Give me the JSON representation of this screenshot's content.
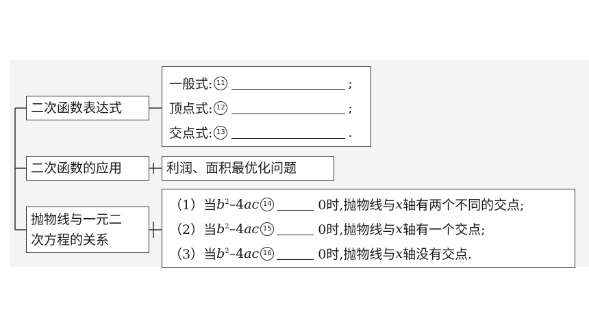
{
  "diagram": {
    "branches": [
      {
        "label": "二次函数表达式",
        "items": [
          {
            "prefix": "一般式:",
            "num": "11",
            "suffix": ";"
          },
          {
            "prefix": "顶点式:",
            "num": "12",
            "suffix": ";"
          },
          {
            "prefix": "交点式:",
            "num": "13",
            "suffix": "."
          }
        ]
      },
      {
        "label": "二次函数的应用",
        "detail": "利润、面积最优化问题"
      },
      {
        "label_line1": "抛物线与一元二",
        "label_line2": "次方程的关系",
        "items": [
          {
            "prefix": "（1）当",
            "var_b": "b",
            "sup": "2",
            "minus": "–4",
            "var_ac": "ac",
            "num": "14",
            "suffix": "0时,抛物线与",
            "var_x": "x",
            "tail": "轴有两个不同的交点;"
          },
          {
            "prefix": "（2）当",
            "var_b": "b",
            "sup": "2",
            "minus": "–4",
            "var_ac": "ac",
            "num": "15",
            "suffix": "0时,抛物线与",
            "var_x": "x",
            "tail": "轴有一个交点;"
          },
          {
            "prefix": "（3）当",
            "var_b": "b",
            "sup": "2",
            "minus": "–4",
            "var_ac": "ac",
            "num": "16",
            "suffix": "0时,抛物线与",
            "var_x": "x",
            "tail": "轴没有交点."
          }
        ]
      }
    ]
  }
}
